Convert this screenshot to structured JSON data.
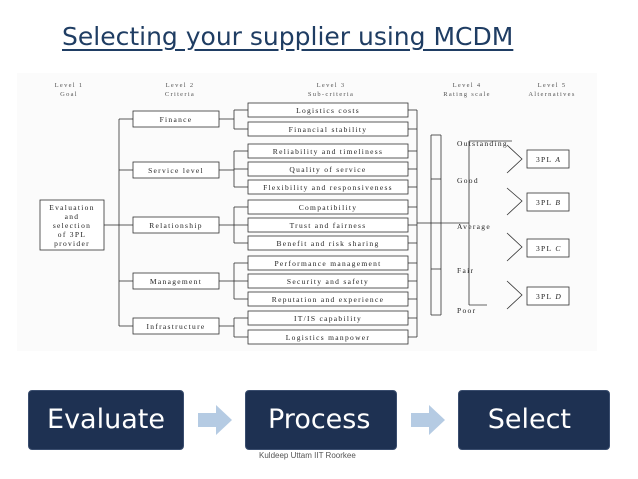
{
  "title": "Selecting your supplier  using MCDM",
  "diagram": {
    "levels": [
      {
        "line1": "Level 1",
        "line2": "Goal"
      },
      {
        "line1": "Level 2",
        "line2": "Criteria"
      },
      {
        "line1": "Level 3",
        "line2": "Sub-criteria"
      },
      {
        "line1": "Level 4",
        "line2": "Rating scale"
      },
      {
        "line1": "Level 5",
        "line2": "Alternatives"
      }
    ],
    "goal": [
      "Evaluation",
      "and",
      "selection",
      "of 3PL",
      "provider"
    ],
    "criteria": [
      "Finance",
      "Service level",
      "Relationship",
      "Management",
      "Infrastructure"
    ],
    "subcriteria": [
      "Logistics costs",
      "Financial stability",
      "Reliability and timeliness",
      "Quality of service",
      "Flexibility and responsiveness",
      "Compatibility",
      "Trust and fairness",
      "Benefit and risk sharing",
      "Performance management",
      "Security and safety",
      "Reputation and experience",
      "IT/IS capability",
      "Logistics manpower"
    ],
    "ratings": [
      "Outstanding",
      "Good",
      "Average",
      "Fair",
      "Poor"
    ],
    "alternatives": [
      {
        "prefix": "3PL",
        "letter": "A"
      },
      {
        "prefix": "3PL",
        "letter": "B"
      },
      {
        "prefix": "3PL",
        "letter": "C"
      },
      {
        "prefix": "3PL",
        "letter": "D"
      }
    ]
  },
  "process_flow": {
    "step1": "Evaluate",
    "step2": "Process",
    "step3": "Select"
  },
  "footer": "Kuldeep Uttam IIT Roorkee",
  "colors": {
    "title": "#1f3d63",
    "flow_box": "#1e3152",
    "arrow": "#b5cbe3"
  }
}
